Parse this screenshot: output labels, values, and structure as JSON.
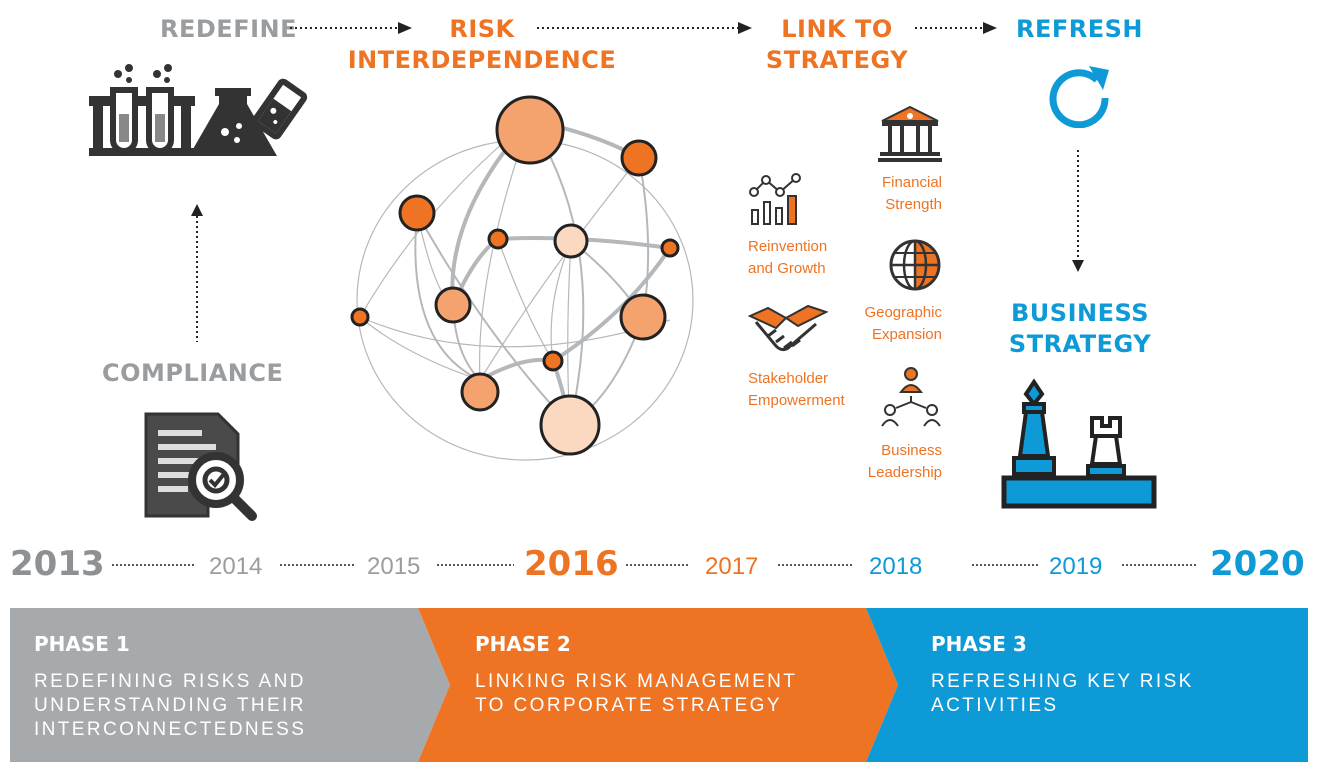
{
  "stages": {
    "redefine": "REDEFINE",
    "risk_line1": "RISK",
    "risk_line2": "INTERDEPENDENCE",
    "link_line1": "LINK TO",
    "link_line2": "STRATEGY",
    "refresh": "REFRESH",
    "compliance": "COMPLIANCE",
    "business_line1": "BUSINESS",
    "business_line2": "STRATEGY"
  },
  "pillars": [
    {
      "line1": "Financial",
      "line2": "Strength",
      "icon": "bank-icon"
    },
    {
      "line1": "Reinvention",
      "line2": "and Growth",
      "icon": "growth-chart-icon"
    },
    {
      "line1": "Geographic",
      "line2": "Expansion",
      "icon": "globe-icon"
    },
    {
      "line1": "Stakeholder",
      "line2": "Empowerment",
      "icon": "handshake-icon"
    },
    {
      "line1": "Business",
      "line2": "Leadership",
      "icon": "org-chart-icon"
    }
  ],
  "years": [
    "2013",
    "2014",
    "2015",
    "2016",
    "2017",
    "2018",
    "2019",
    "2020"
  ],
  "phases": [
    {
      "title": "PHASE 1",
      "line1": "REDEFINING RISKS AND",
      "line2": "UNDERSTANDING THEIR",
      "line3": "INTERCONNECTEDNESS",
      "color": "#a7aaad"
    },
    {
      "title": "PHASE 2",
      "line1": "LINKING RISK MANAGEMENT",
      "line2": "TO CORPORATE STRATEGY",
      "line3": "",
      "color": "#ee7322"
    },
    {
      "title": "PHASE 3",
      "line1": "REFRESHING KEY RISK",
      "line2": "ACTIVITIES",
      "line3": "",
      "color": "#0e9ad7"
    }
  ],
  "colors": {
    "grey": "#9a9da0",
    "orange": "#ee7322",
    "blue": "#0e9ad7",
    "dark": "#333333"
  },
  "icons": [
    "test-tubes-icon",
    "flask-icon",
    "beaker-icon",
    "document-check-icon",
    "refresh-icon",
    "chess-icon",
    "network-icon"
  ]
}
